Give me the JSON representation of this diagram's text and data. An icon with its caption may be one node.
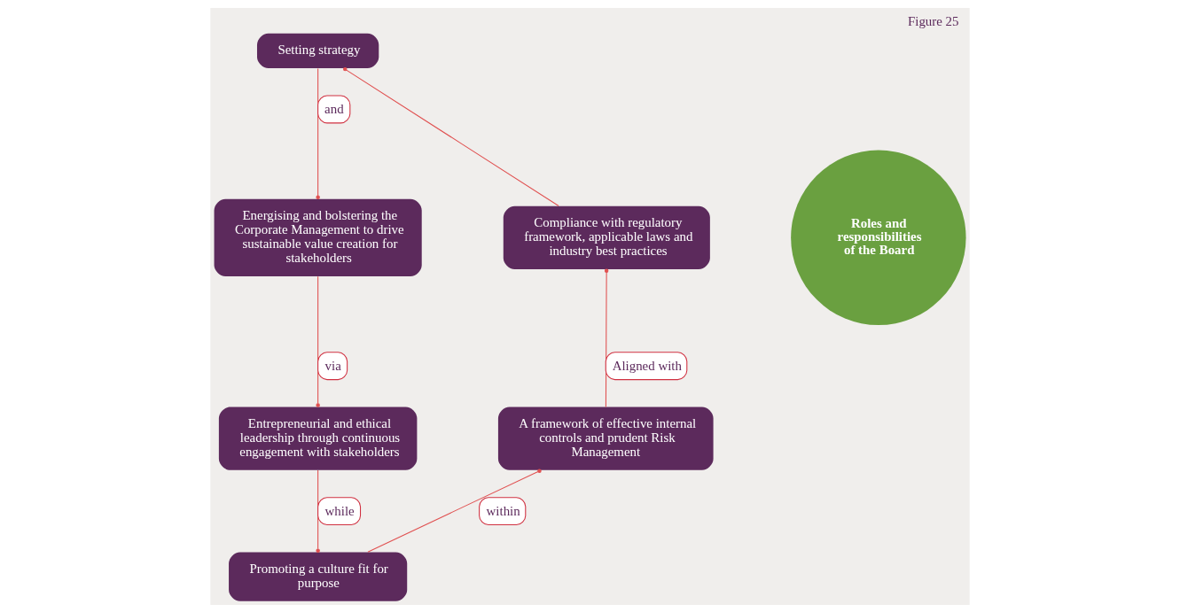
{
  "diagram": {
    "title": "Figure 25",
    "nodes": [
      {
        "text": [
          "Setting strategy"
        ]
      },
      {
        "text": [
          "Energising and bolstering the Corporate Management to drive sustainable value creation for stakeholders"
        ]
      },
      {
        "text": [
          "Entrepreneurial and ethical leadership through continuous engagement with stakeholders"
        ]
      },
      {
        "text": [
          "Promoting a culture fit for purpose"
        ]
      },
      {
        "text": [
          "A framework of effective internal controls and prudent Risk Management"
        ]
      },
      {
        "text": [
          "Compliance with regulatory framework, applicable laws and industry best practices"
        ]
      },
      {
        "text": [
          "Roles and responsibilities of the Board"
        ]
      }
    ],
    "edges": [
      {
        "from": 0,
        "to": 1,
        "arrow": "other",
        "label": "and"
      },
      {
        "from": 1,
        "to": 2,
        "arrow": "other",
        "label": "via"
      },
      {
        "from": 2,
        "to": 3,
        "arrow": "other",
        "label": "while"
      },
      {
        "from": 3,
        "to": 4,
        "arrow": "other",
        "label": "within"
      },
      {
        "from": 4,
        "to": 5,
        "arrow": "other",
        "label": "Aligned with"
      },
      {
        "from": 5,
        "to": 0,
        "arrow": "other"
      }
    ]
  }
}
